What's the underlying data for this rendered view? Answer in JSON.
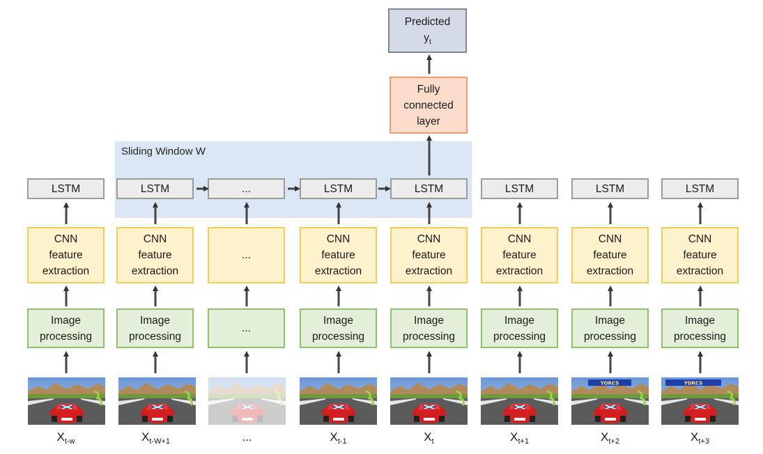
{
  "window": {
    "label": "Sliding Window W"
  },
  "predicted": {
    "line1": "Predicted",
    "main": "y",
    "sub": "t"
  },
  "fc": {
    "label": "Fully\nconnected\nlayer"
  },
  "columns": [
    {
      "lstm": "LSTM",
      "cnn": "CNN\nfeature\nextraction",
      "img": "Image\nprocessing",
      "x_main": "X",
      "x_sub": "t-w"
    },
    {
      "lstm": "LSTM",
      "cnn": "CNN\nfeature\nextraction",
      "img": "Image\nprocessing",
      "x_main": "X",
      "x_sub": "t-W+1"
    },
    {
      "lstm": "...",
      "cnn": "...",
      "img": "...",
      "x_main": "...",
      "x_sub": ""
    },
    {
      "lstm": "LSTM",
      "cnn": "CNN\nfeature\nextraction",
      "img": "Image\nprocessing",
      "x_main": "X",
      "x_sub": "t-1"
    },
    {
      "lstm": "LSTM",
      "cnn": "CNN\nfeature\nextraction",
      "img": "Image\nprocessing",
      "x_main": "X",
      "x_sub": "t"
    },
    {
      "lstm": "LSTM",
      "cnn": "CNN\nfeature\nextraction",
      "img": "Image\nprocessing",
      "x_main": "X",
      "x_sub": "t+1"
    },
    {
      "lstm": "LSTM",
      "cnn": "CNN\nfeature\nextraction",
      "img": "Image\nprocessing",
      "x_main": "X",
      "x_sub": "t+2"
    },
    {
      "lstm": "LSTM",
      "cnn": "CNN\nfeature\nextraction",
      "img": "Image\nprocessing",
      "x_main": "X",
      "x_sub": "t+3"
    }
  ],
  "banners": {
    "6": "YORCS",
    "7": "YORCS"
  },
  "colors": {
    "lstm_fill": "#ececec",
    "lstm_border": "#9a9a9a",
    "cnn_fill": "#fef2cd",
    "cnn_border": "#f3cd5b",
    "img_fill": "#e3efd9",
    "img_border": "#8fc06e",
    "fc_fill": "#fbdccb",
    "fc_border": "#ee9a74",
    "pred_fill": "#d4dae6",
    "pred_border": "#7e8694",
    "window_fill": "#dbe7f4"
  }
}
